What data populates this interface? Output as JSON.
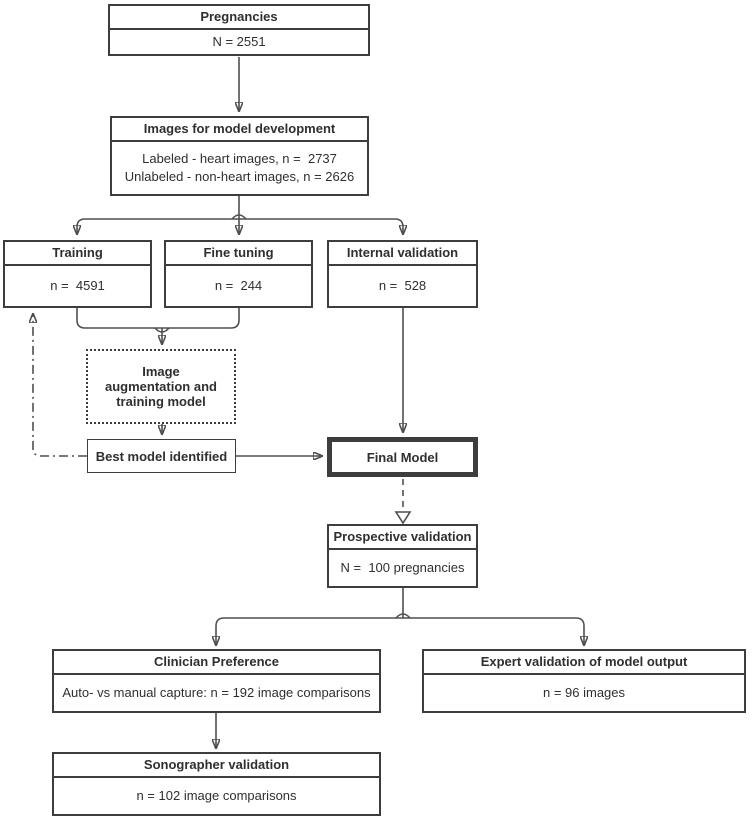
{
  "colors": {
    "border": "#3d3d3d",
    "connector": "#4f4f4f",
    "text": "#2f2f2f",
    "background": "#ffffff"
  },
  "nodes": {
    "pregnancies": {
      "title": "Pregnancies",
      "body": "N = 2551"
    },
    "images": {
      "title": "Images for model development",
      "line1": "Labeled - heart images, n =  2737",
      "line2": "Unlabeled - non-heart images, n = 2626"
    },
    "training": {
      "title": "Training",
      "body": "n =  4591"
    },
    "fine_tuning": {
      "title": "Fine tuning",
      "body": "n =  244"
    },
    "internal_validation": {
      "title": "Internal validation",
      "body": "n =  528"
    },
    "augmentation": {
      "label": "Image augmentation and training model"
    },
    "best_model": {
      "label": "Best model identified"
    },
    "final_model": {
      "label": "Final Model"
    },
    "prospective_validation": {
      "title": "Prospective validation",
      "body": "N =  100 pregnancies"
    },
    "clinician_preference": {
      "title": "Clinician Preference",
      "body": "Auto- vs manual capture: n = 192 image comparisons"
    },
    "expert_validation": {
      "title": "Expert validation of model output",
      "body": "n = 96 images"
    },
    "sonographer_validation": {
      "title": "Sonographer validation",
      "body": "n = 102 image comparisons"
    }
  }
}
